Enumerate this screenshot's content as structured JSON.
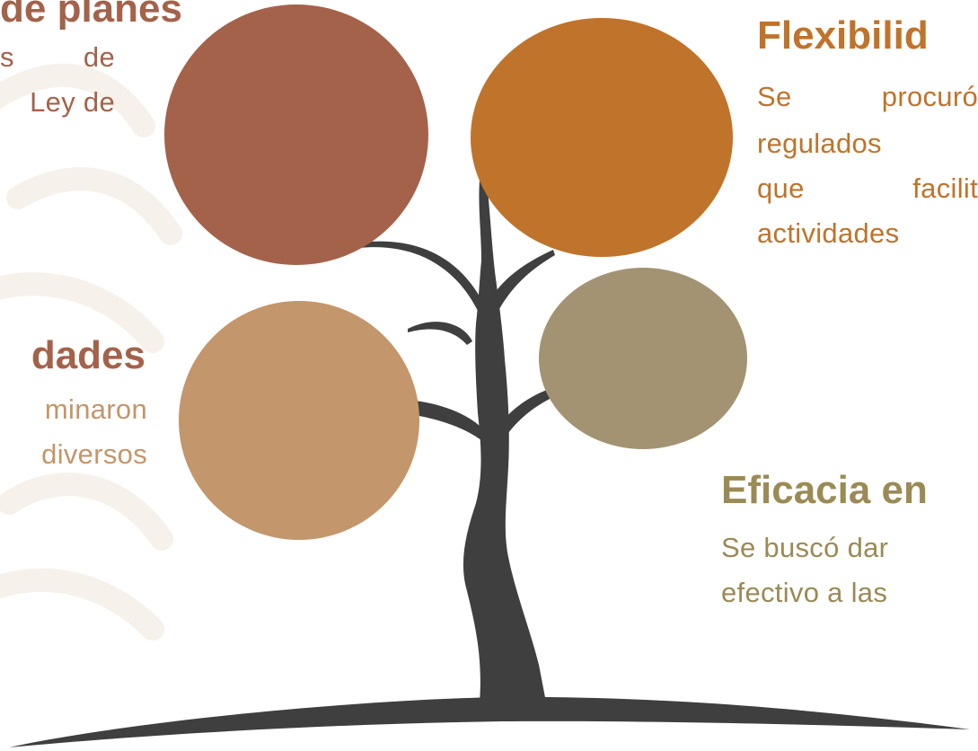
{
  "colors": {
    "rust": "#A4624B",
    "orange": "#C0732A",
    "tan": "#C3966B",
    "khaki": "#A39373",
    "olive_text": "#9B8A55",
    "trunk": "#3F3F3F",
    "watermark": "#F5F0E8"
  },
  "sections": {
    "top_left": {
      "heading": "de planes",
      "lines": [
        [
          "s",
          "de"
        ],
        [
          "Ley de"
        ]
      ]
    },
    "top_right": {
      "heading": "Flexibilid",
      "lines": [
        [
          "Se",
          "procuró"
        ],
        [
          "regulados"
        ],
        [
          "que",
          "facilit"
        ],
        [
          "actividades"
        ]
      ]
    },
    "mid_left": {
      "heading": "dades",
      "lines": [
        "minaron",
        "diversos"
      ]
    },
    "bottom_right": {
      "heading": "Eficacia en",
      "lines": [
        "Se buscó dar",
        "efectivo a las"
      ]
    }
  }
}
